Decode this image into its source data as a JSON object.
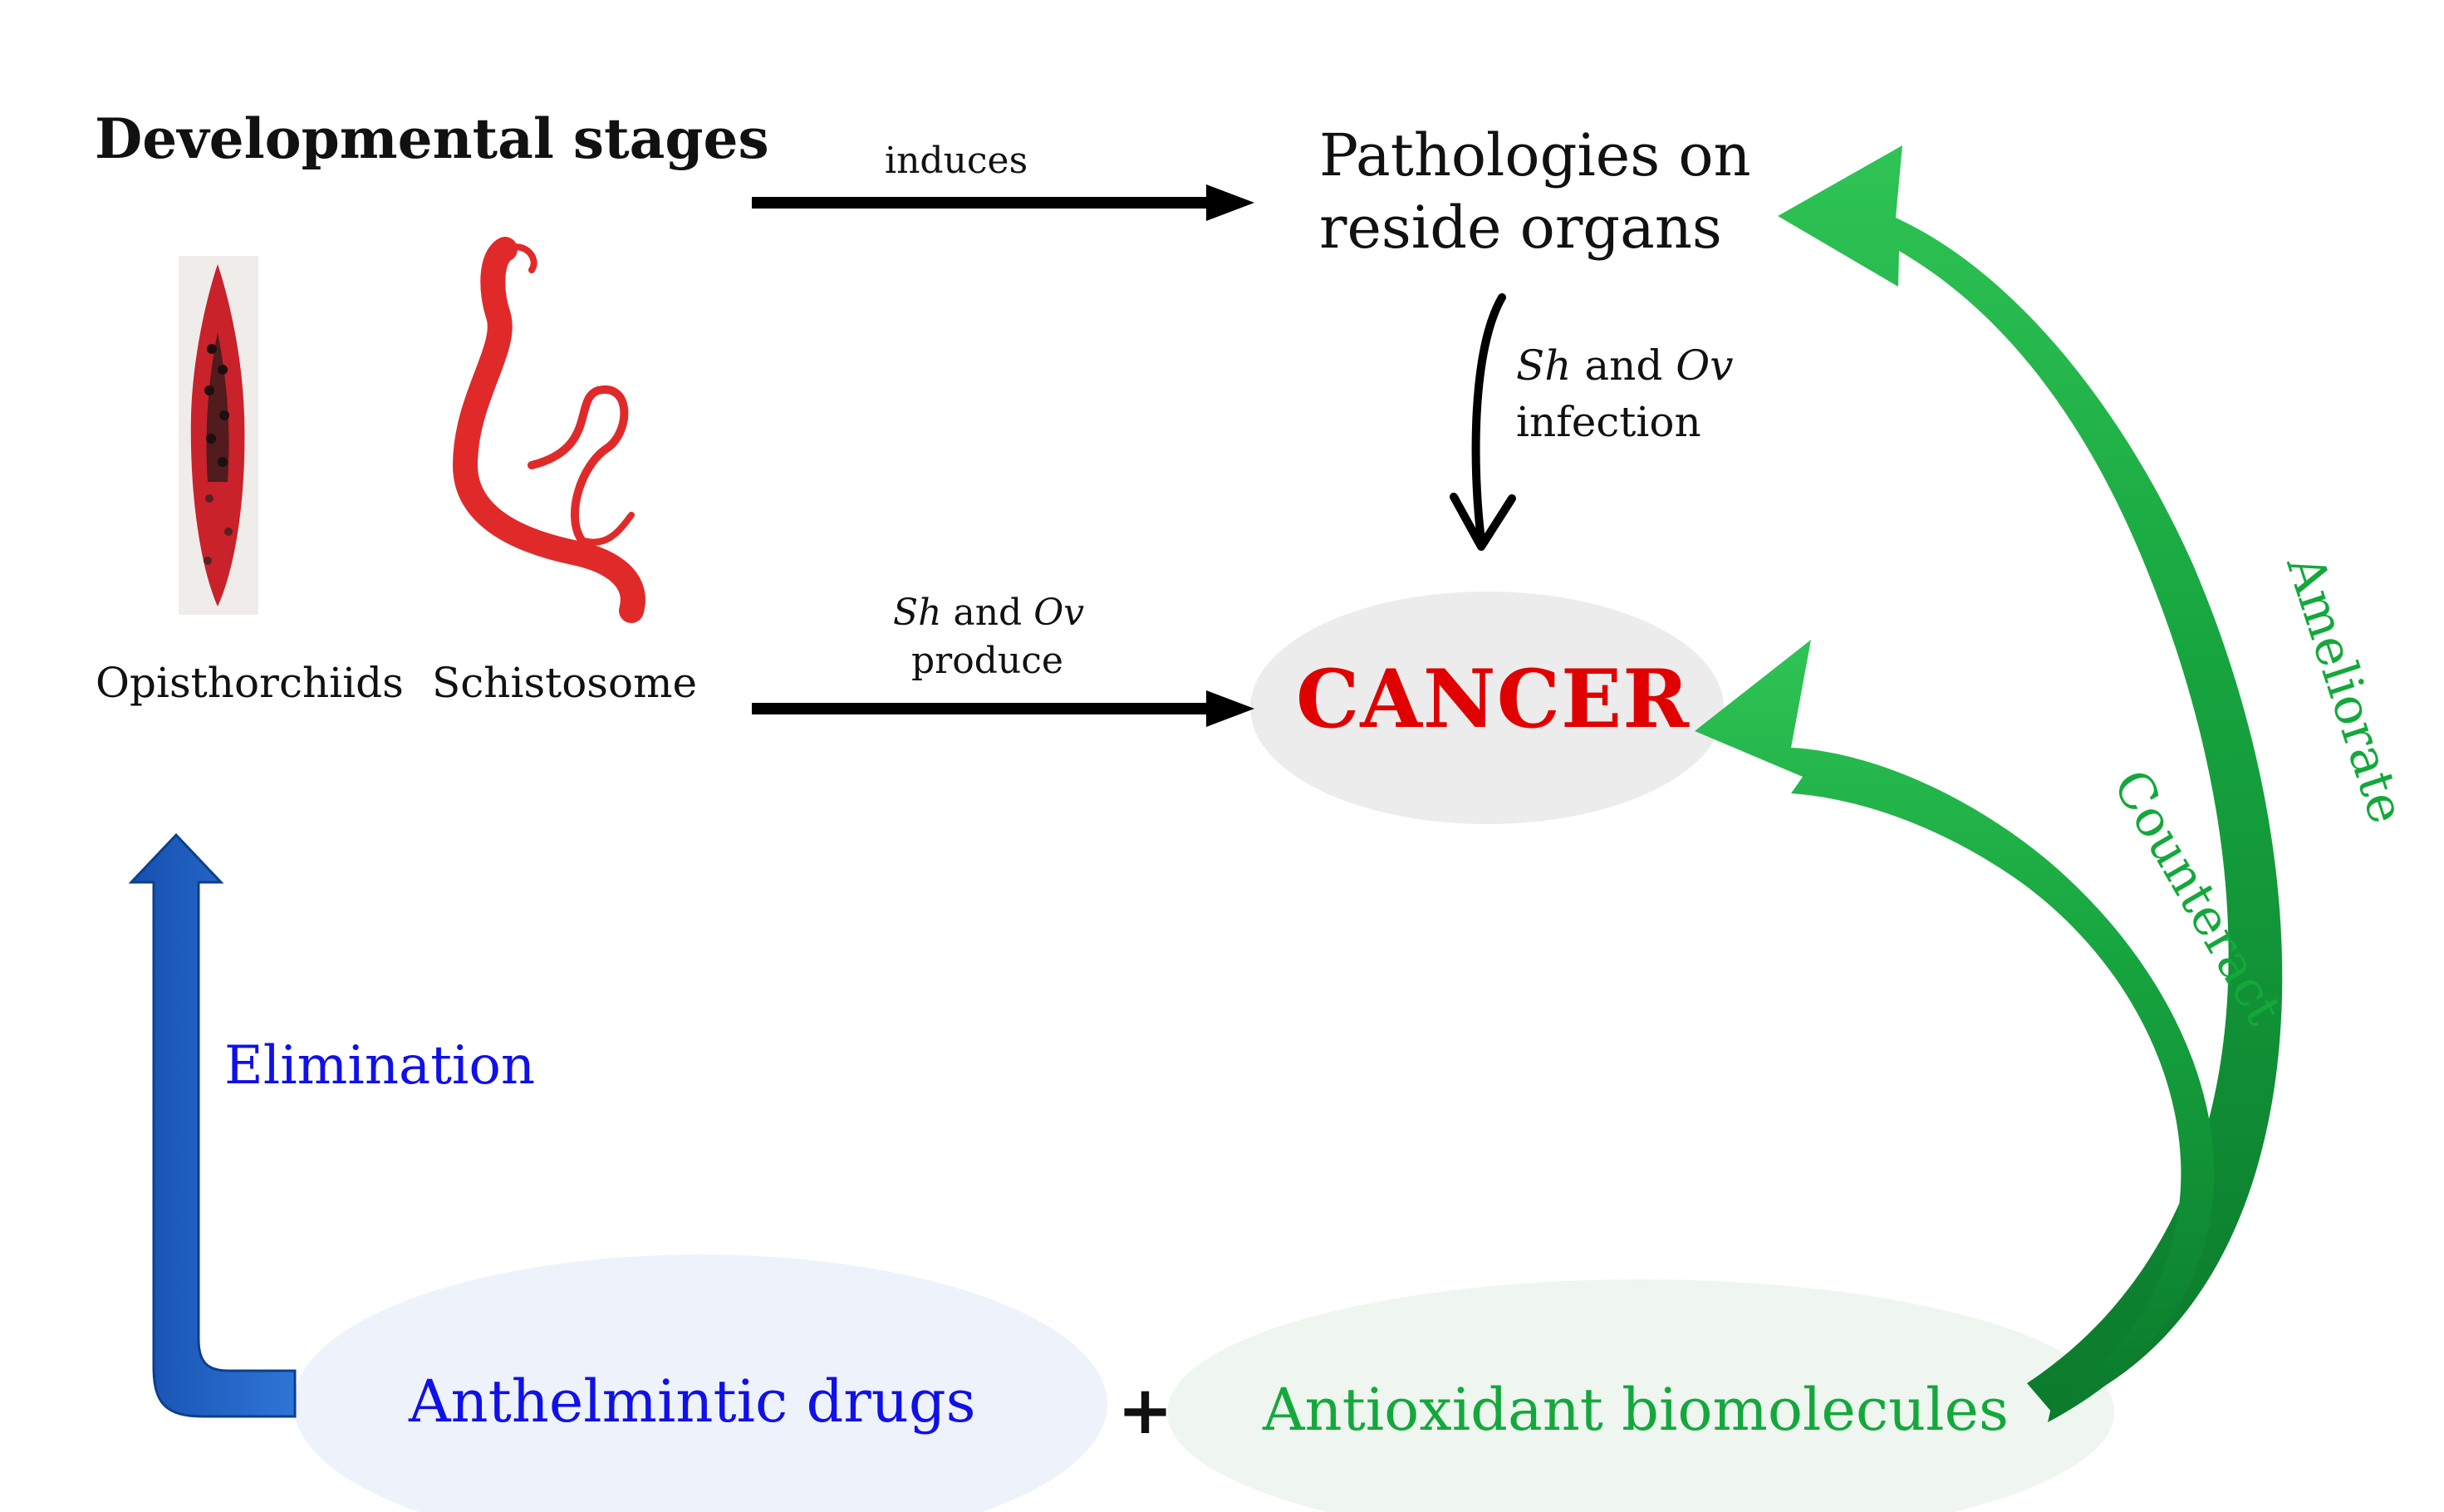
{
  "stages": {
    "title": "Developmental stages",
    "organism_left": "Opisthorchiids",
    "organism_right": "Schistosome"
  },
  "pathologies": {
    "line1": "Pathologies on",
    "line2": "reside organs"
  },
  "arrow_induces": {
    "label": "induces"
  },
  "arrow_infection": {
    "species_a": "Sh",
    "conj": " and ",
    "species_b": "Ov",
    "line2": "infection"
  },
  "arrow_produce": {
    "species_a": "Sh",
    "conj": " and ",
    "species_b": "Ov",
    "line2": "produce"
  },
  "cancer": {
    "label": "CANCER"
  },
  "elimination": {
    "label": "Elimination"
  },
  "drugs": {
    "label": "Anthelmintic drugs"
  },
  "plus": "+",
  "antioxidants": {
    "label": "Antioxidant biomolecules"
  },
  "curved_arrows": {
    "ameliorate": "Ameliorate",
    "counteract": "Counteract"
  },
  "colors": {
    "cancer_text": "#e00000",
    "blue_text": "#1010e8",
    "green_text": "#14a83c",
    "green_arrow": "#139f3a",
    "blue_arrow": "#1f5fc0",
    "worm_red": "#e02a2a",
    "stages_box": "#f4f4f4",
    "cancer_ellipse": "#ececec",
    "drugs_ellipse": "#eef3fb",
    "antioxidant_ellipse": "#eef6ef"
  }
}
